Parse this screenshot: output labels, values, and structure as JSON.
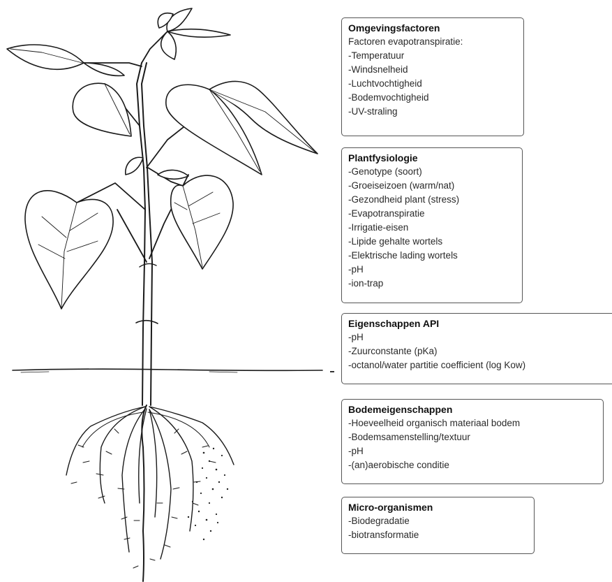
{
  "boxes": [
    {
      "title": "Omgevingsfactoren",
      "items": [
        "Factoren evapotranspiratie:",
        "-Temperatuur",
        "-Windsnelheid",
        "-Luchtvochtigheid",
        "-Bodemvochtigheid",
        "-UV-straling"
      ]
    },
    {
      "title": "Plantfysiologie",
      "items": [
        "-Genotype (soort)",
        "-Groeiseizoen (warm/nat)",
        "-Gezondheid plant (stress)",
        "-Evapotranspiratie",
        "-Irrigatie-eisen",
        "-Lipide gehalte wortels",
        "-Elektrische lading wortels",
        "-pH",
        "-ion-trap"
      ]
    },
    {
      "title": "Eigenschappen API",
      "items": [
        "-pH",
        "-Zuurconstante (pKa)",
        "-octanol/water partitie coefficient (log Kow)"
      ]
    },
    {
      "title": "Bodemeigenschappen",
      "items": [
        "-Hoeveelheid organisch materiaal bodem",
        "-Bodemsamenstelling/textuur",
        "-pH",
        "-(an)aerobische conditie"
      ]
    },
    {
      "title": "Micro-organismen",
      "items": [
        "-Biodegradatie",
        "-biotransformatie"
      ]
    }
  ]
}
